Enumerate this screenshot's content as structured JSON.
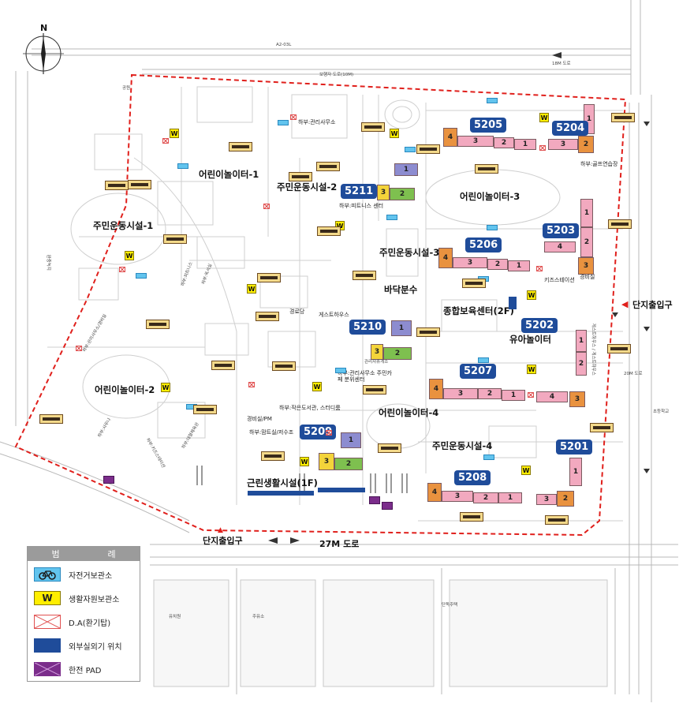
{
  "compass": {
    "label": "N"
  },
  "roads": {
    "top_small": "A2-03L",
    "top_road": "18M 도로",
    "top_mid": "보행자 도로(10M)",
    "top_left": "공원",
    "bottom_road": "27M 도로",
    "right_road": "20M 도로",
    "right_school": "초등학교",
    "left_road": "완충녹지",
    "bottom_labels": [
      "유치원",
      "주유소",
      "단독주택"
    ]
  },
  "entrances": {
    "east": "단지출입구",
    "south": "단지출입구"
  },
  "buildings": [
    {
      "id": "5205"
    },
    {
      "id": "5204"
    },
    {
      "id": "5211"
    },
    {
      "id": "5203"
    },
    {
      "id": "5206"
    },
    {
      "id": "5210"
    },
    {
      "id": "5202"
    },
    {
      "id": "5207"
    },
    {
      "id": "5209"
    },
    {
      "id": "5201"
    },
    {
      "id": "5208"
    }
  ],
  "zones": {
    "playground_1": "어린이놀이터-1",
    "fitness_2": "주민운동시설-2",
    "fitness_1": "주민운동시설-1",
    "playground_3": "어린이놀이터-3",
    "fitness_3": "주민운동시설-3",
    "fountain": "바닥분수",
    "daycare": "종합보육센터(2F)",
    "kids_playground": "유아놀이터",
    "playground_2": "어린이놀이터-2",
    "playground_4": "어린이놀이터-4",
    "fitness_4": "주민운동시설-4",
    "neighborhood": "근린생활시설(1F)"
  },
  "facility_labels": {
    "mgmt_office": "하부:관리사무소",
    "fitness_center": "하부:피트니스 센터",
    "study_room": "하부:독서실",
    "kids_station": "키즈스테이션",
    "security": "경비실",
    "gym": "하부:피트니스",
    "fountain_sub": "경로당",
    "guesthouse": "게스트하우스",
    "elder_room": "관리자휴게소",
    "bottom_mgmt": "하부:관리사무소 주민카페 분위센터",
    "golf": "하부:골프연습장",
    "small_library": "하부:작은도서관, 스터디룸",
    "guard_pm": "경비실/PM",
    "bottom_desk": "하부:맘트실/저수조",
    "kids_station2": "하부:키즈스테이션",
    "bottom_gym": "하부:대형체육관",
    "sauna": "하부:사우나",
    "guest_right": "게스트하우스 / 게스트하우스",
    "mgmt_left": "하부:관리사무소/경비실"
  },
  "legend": {
    "title_left": "범",
    "title_right": "례",
    "items": [
      {
        "label": "자전거보관소",
        "icon": "bicycle-icon",
        "color": "#62c4ee"
      },
      {
        "label": "생활자원보관소",
        "icon": "w-icon",
        "color": "#ffee00",
        "glyph": "W"
      },
      {
        "label": "D.A(환기탑)",
        "icon": "ventilation-icon",
        "color": "#e05050"
      },
      {
        "label": "외부실외기 위치",
        "icon": "outdoor-unit-icon",
        "color": "#1f4c9a"
      },
      {
        "label": "한전 PAD",
        "icon": "kepco-pad-icon",
        "color": "#7b2d8b"
      }
    ]
  },
  "colors": {
    "boundary": "#e0201c",
    "building_label": "#1f4c9a",
    "unit_pink": "#f2a9bf",
    "unit_orange": "#e9923f",
    "unit_green": "#7ec04f",
    "unit_yellow": "#f4d43a",
    "unit_purple": "#8d8cd0"
  }
}
